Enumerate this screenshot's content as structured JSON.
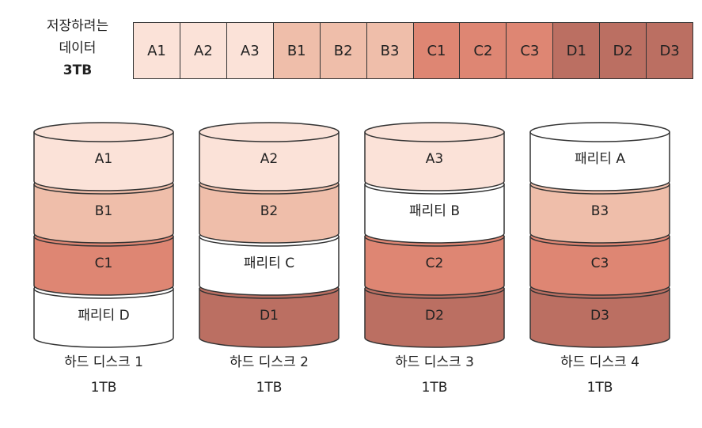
{
  "data_label": {
    "line1": "저장하려는",
    "line2": "데이터",
    "size": "3TB"
  },
  "colors": {
    "A": "#fbe2d8",
    "B": "#efbeaa",
    "C": "#de8673",
    "D": "#bb6f62",
    "parity": "#ffffff",
    "stroke": "#333333"
  },
  "blocks": [
    {
      "label": "A1",
      "group": "A"
    },
    {
      "label": "A2",
      "group": "A"
    },
    {
      "label": "A3",
      "group": "A"
    },
    {
      "label": "B1",
      "group": "B"
    },
    {
      "label": "B2",
      "group": "B"
    },
    {
      "label": "B3",
      "group": "B"
    },
    {
      "label": "C1",
      "group": "C"
    },
    {
      "label": "C2",
      "group": "C"
    },
    {
      "label": "C3",
      "group": "C"
    },
    {
      "label": "D1",
      "group": "D"
    },
    {
      "label": "D2",
      "group": "D"
    },
    {
      "label": "D3",
      "group": "D"
    }
  ],
  "disks": [
    {
      "name": "하드 디스크 1",
      "capacity": "1TB",
      "layers": [
        {
          "label": "A1",
          "group": "A"
        },
        {
          "label": "B1",
          "group": "B"
        },
        {
          "label": "C1",
          "group": "C"
        },
        {
          "label": "패리티 D",
          "group": "parity"
        }
      ]
    },
    {
      "name": "하드 디스크 2",
      "capacity": "1TB",
      "layers": [
        {
          "label": "A2",
          "group": "A"
        },
        {
          "label": "B2",
          "group": "B"
        },
        {
          "label": "패리티 C",
          "group": "parity"
        },
        {
          "label": "D1",
          "group": "D"
        }
      ]
    },
    {
      "name": "하드 디스크 3",
      "capacity": "1TB",
      "layers": [
        {
          "label": "A3",
          "group": "A"
        },
        {
          "label": "패리티 B",
          "group": "parity"
        },
        {
          "label": "C2",
          "group": "C"
        },
        {
          "label": "D2",
          "group": "D"
        }
      ]
    },
    {
      "name": "하드 디스크 4",
      "capacity": "1TB",
      "layers": [
        {
          "label": "패리티 A",
          "group": "parity"
        },
        {
          "label": "B3",
          "group": "B"
        },
        {
          "label": "C3",
          "group": "C"
        },
        {
          "label": "D3",
          "group": "D"
        }
      ]
    }
  ]
}
